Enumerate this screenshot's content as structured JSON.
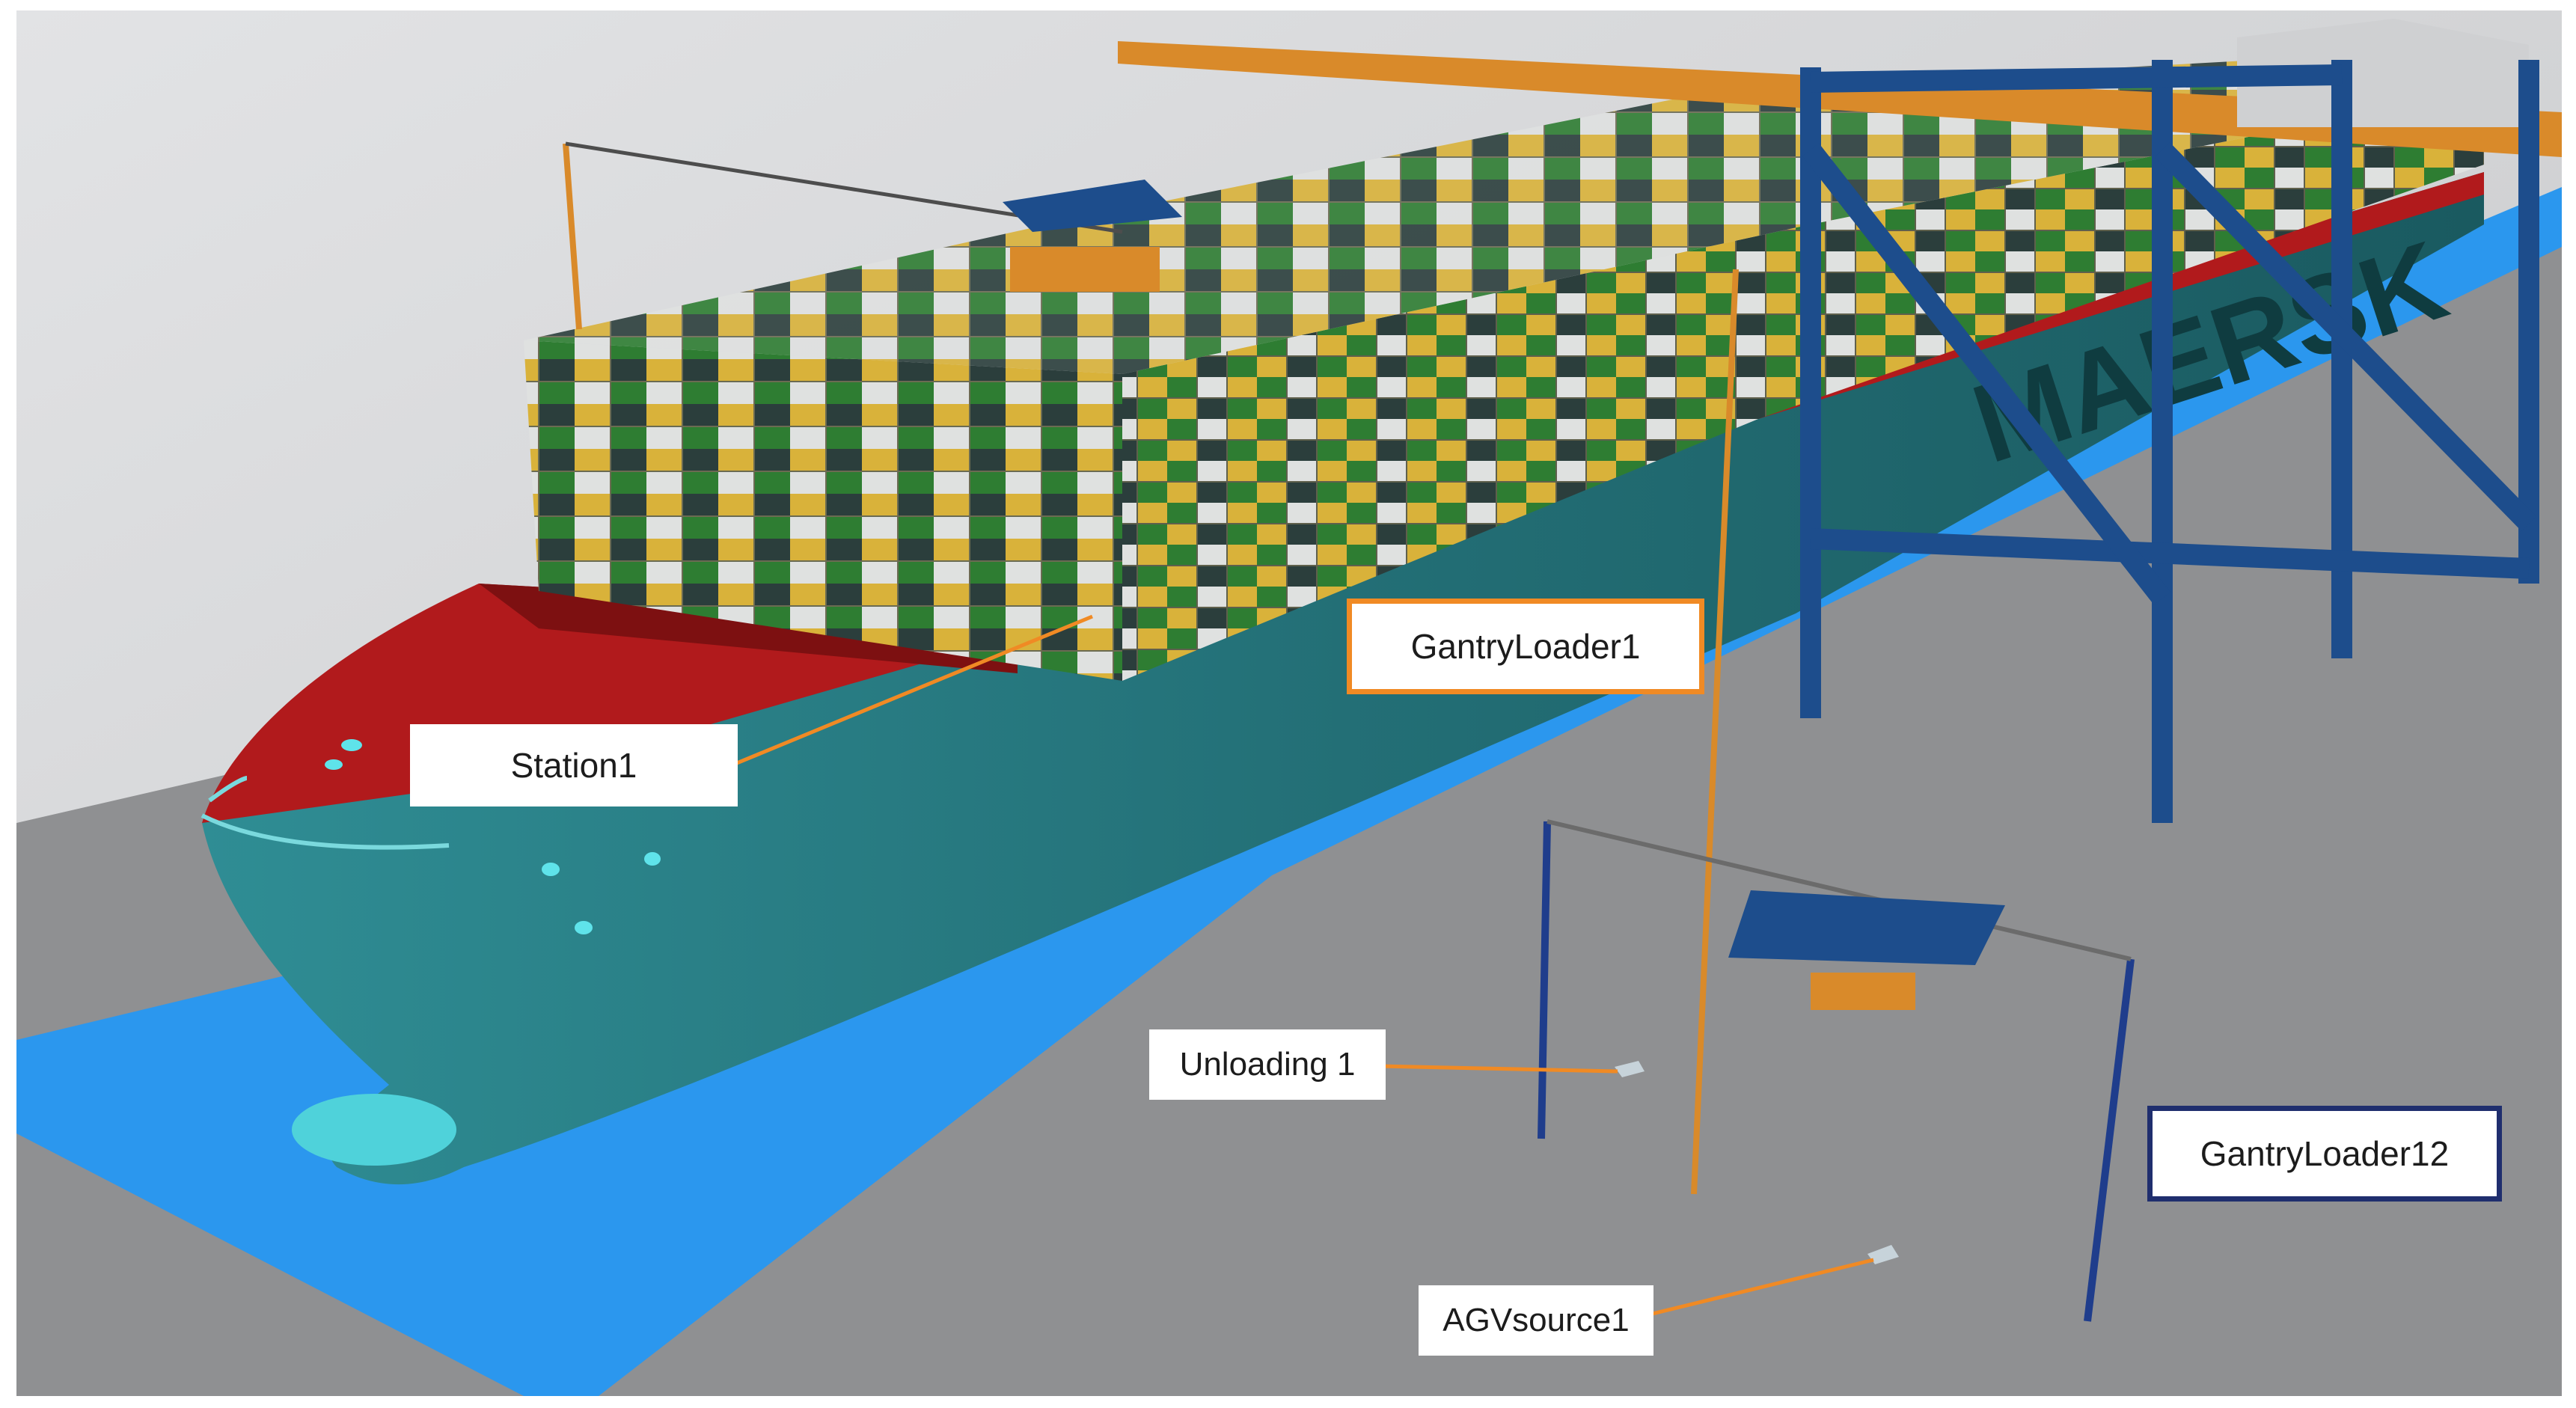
{
  "scene": {
    "colors": {
      "ground": "#8f9092",
      "water": "#2b97ee",
      "hull": "#1e6d74",
      "deck_red": "#b11a1c",
      "crane_blue": "#1d4d8c",
      "boom_orange": "#d98a2a",
      "container_yellow": "#d9b23a",
      "container_green": "#2e7d32",
      "container_dark": "#2b3e3c",
      "container_white": "#dfe1e0",
      "leader_orange": "#f08a24",
      "gantry12_border": "#1f2e6e"
    },
    "hull_text": "MAERSK",
    "labels": {
      "station": "Station1",
      "gantry_loader_1": "GantryLoader1",
      "unloading": "Unloading 1",
      "agv_source": "AGVsource1",
      "gantry_loader_12": "GantryLoader12"
    }
  }
}
